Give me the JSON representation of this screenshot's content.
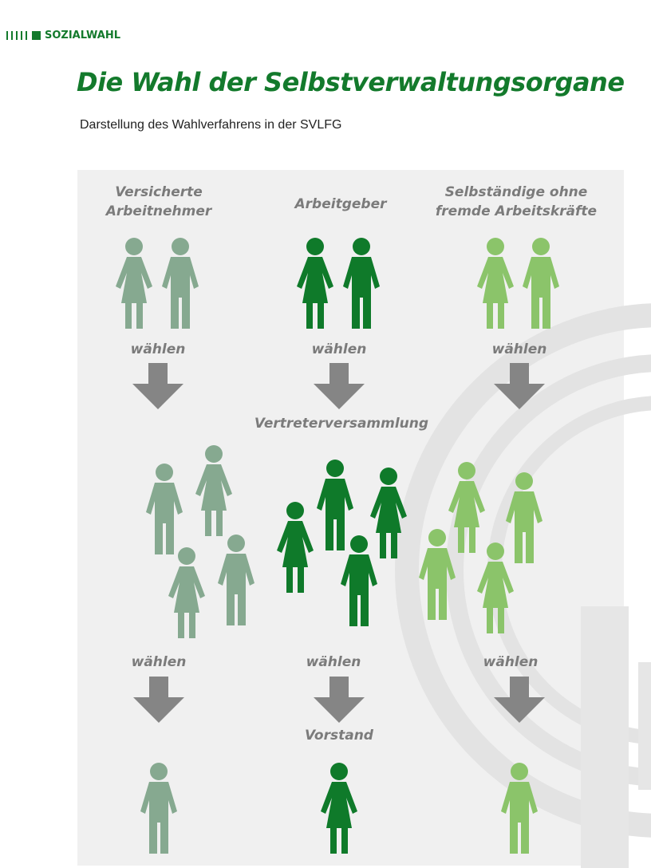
{
  "header": {
    "section_tag": "SOZIALWAHL"
  },
  "title": "Die Wahl der Selbstverwaltungsorgane",
  "subtitle": "Darstellung des Wahlverfahrens in der SVLFG",
  "colors": {
    "brand": "#137a2c",
    "versicherte": "#86a990",
    "arbeitgeber": "#0f7a2a",
    "selbstaendige": "#8bc46a",
    "arrow": "#858585",
    "panel": "#f0f0f0"
  },
  "groups": [
    {
      "label": "Versicherte Arbeitnehmer"
    },
    {
      "label": "Arbeitgeber"
    },
    {
      "label": "Selbständige ohne fremde Arbeitskräfte"
    }
  ],
  "verb": "wählen",
  "bodies": {
    "assembly": "Vertreterversammlung",
    "board": "Vorstand"
  }
}
